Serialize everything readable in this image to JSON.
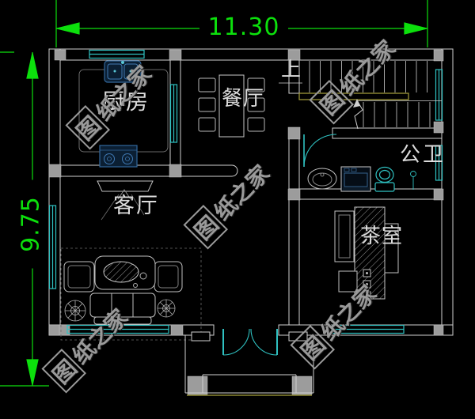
{
  "dimensions": {
    "width": "11.30",
    "height": "9.75"
  },
  "labels": {
    "kitchen": "厨房",
    "dining": "餐厅",
    "living": "客厅",
    "bathroom": "公卫",
    "tea_room": "茶室",
    "stairs_up": "上"
  },
  "watermark": {
    "full": "图纸之家",
    "first_char": "图",
    "rest": "纸之家"
  },
  "colors": {
    "background": "#000000",
    "wall_line": "#cfcfcf",
    "column_fill": "#9c9c9c",
    "dimension_green": "#0ce00c",
    "window_cyan": "#2fc1c1",
    "handrail_yellow": "#a8a23c",
    "appliance_navy": "#0b1f33",
    "watermark_gray": "#9a9a9a",
    "label_text": "#dcdcdc"
  }
}
